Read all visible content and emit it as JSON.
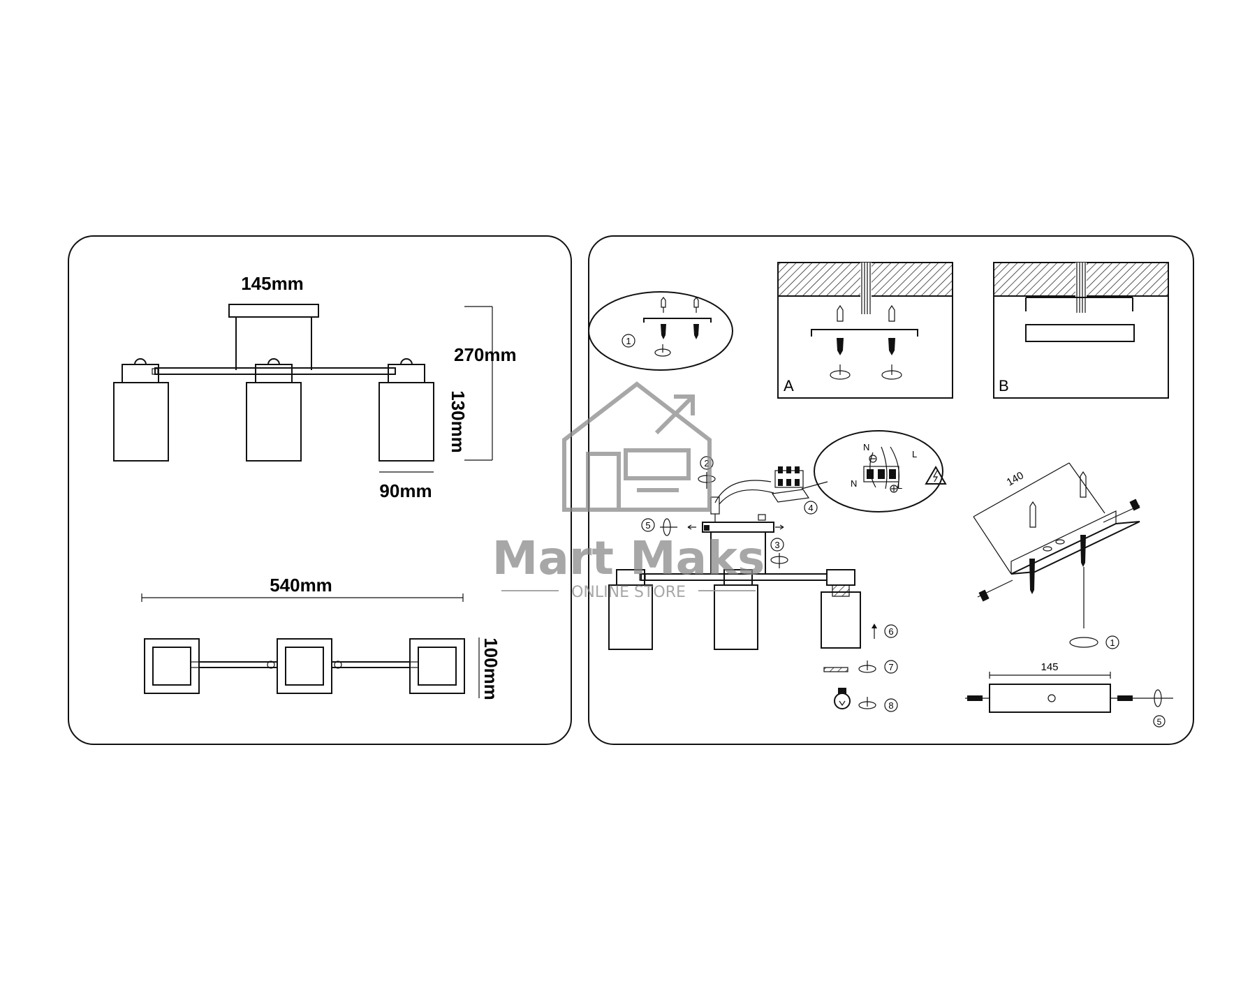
{
  "dimensions": {
    "canopy_width": "145mm",
    "total_height": "270mm",
    "shade_height": "130mm",
    "shade_width": "90mm",
    "total_length": "540mm",
    "depth": "100mm"
  },
  "panel_labels": {
    "a": "A",
    "b": "B"
  },
  "steps": [
    "1",
    "2",
    "3",
    "4",
    "5",
    "6",
    "7",
    "8"
  ],
  "wiring": {
    "neutral": "N",
    "live": "L"
  },
  "bracket": {
    "length": "140",
    "plate_width": "145"
  },
  "watermark": {
    "brand": "Mart Maks",
    "tagline": "ONLINE STORE"
  },
  "colors": {
    "line": "#111111",
    "watermark": "#8a8a8a",
    "hatch": "#111111"
  }
}
